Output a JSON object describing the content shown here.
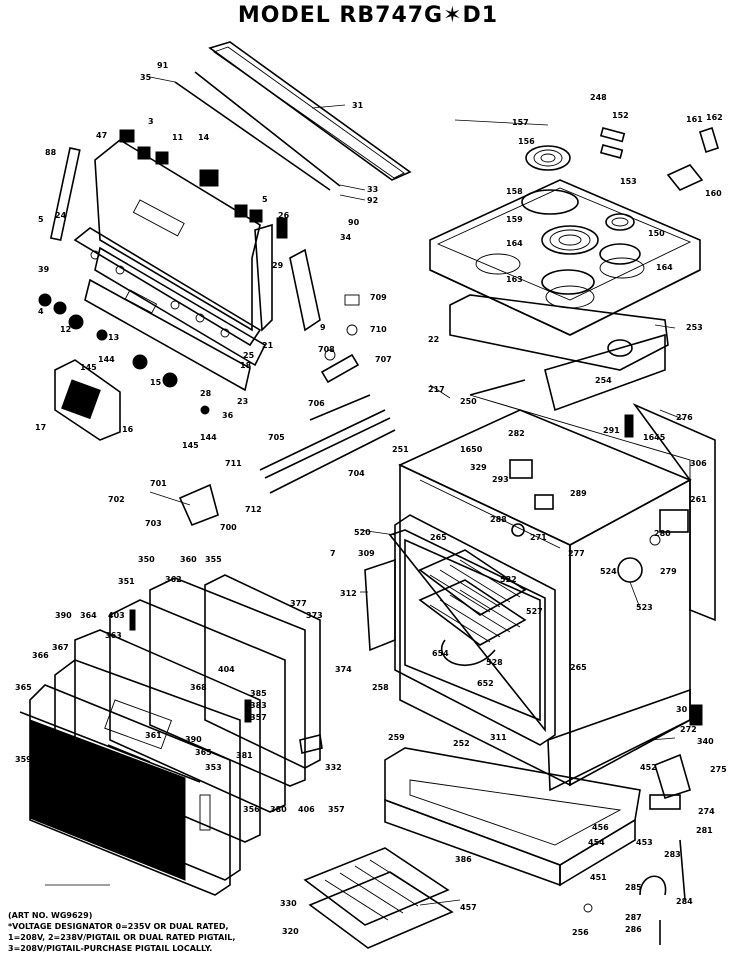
{
  "title": "MODEL  RB747G✶D1",
  "footnote": {
    "art_no": "(ART NO. WG9629)",
    "lines": [
      "*VOLTAGE DESIGNATOR 0=235V OR DUAL RATED,",
      "1=208V, 2=238V/PIGTAIL OR DUAL RATED PIGTAIL,",
      "3=208V/PIGTAIL-PURCHASE PIGTAIL LOCALLY."
    ]
  },
  "labels": {
    "p91": "91",
    "p35": "35",
    "p31": "31",
    "p3": "3",
    "p47": "47",
    "p11": "11",
    "p14": "14",
    "p88": "88",
    "p5a": "5",
    "p24": "24",
    "p39": "39",
    "p33": "33",
    "p92": "92",
    "p90": "90",
    "p34": "34",
    "p26": "26",
    "p5b": "5",
    "p29": "29",
    "p4": "4",
    "p12": "12",
    "p13": "13",
    "p144a": "144",
    "p145a": "145",
    "p15": "15",
    "p16": "16",
    "p17": "17",
    "p18": "18",
    "p25": "25",
    "p21": "21",
    "p9": "9",
    "p23": "23",
    "p36": "36",
    "p144b": "144",
    "p145b": "145",
    "p28": "28",
    "p709": "709",
    "p710": "710",
    "p708": "708",
    "p707": "707",
    "p706": "706",
    "p705": "705",
    "p704": "704",
    "p711": "711",
    "p701": "701",
    "p702": "702",
    "p703": "703",
    "p712": "712",
    "p700": "700",
    "p248": "248",
    "p157": "157",
    "p152": "152",
    "p161": "161",
    "p162": "162",
    "p156": "156",
    "p153": "153",
    "p160": "160",
    "p158": "158",
    "p159": "159",
    "p150": "150",
    "p164a": "164",
    "p164b": "164",
    "p163": "163",
    "p253": "253",
    "p22": "22",
    "p254": "254",
    "p217": "217",
    "p250": "250",
    "p276": "276",
    "p291": "291",
    "p1645": "1645",
    "p306": "306",
    "p1650": "1650",
    "p282": "282",
    "p251": "251",
    "p329": "329",
    "p293": "293",
    "p289": "289",
    "p288": "288",
    "p271": "271",
    "p261": "261",
    "p280": "280",
    "p279": "279",
    "p265a": "265",
    "p520": "520",
    "p277": "277",
    "p522": "522",
    "p309": "309",
    "p7": "7",
    "p312": "312",
    "p524": "524",
    "p523": "523",
    "p350": "350",
    "p360": "360",
    "p355": "355",
    "p351": "351",
    "p362": "362",
    "p377": "377",
    "p373": "373",
    "p390a": "390",
    "p364": "364",
    "p403": "403",
    "p363": "363",
    "p367": "367",
    "p366": "366",
    "p365a": "365",
    "p368": "368",
    "p374": "374",
    "p404": "404",
    "p385": "385",
    "p383": "383",
    "p357a": "357",
    "p527": "527",
    "p528": "528",
    "p265b": "265",
    "p654": "654",
    "p652": "652",
    "p258": "258",
    "p259": "259",
    "p252": "252",
    "p311": "311",
    "p30": "30",
    "p272": "272",
    "p340": "340",
    "p359": "359",
    "p361": "361",
    "p390b": "390",
    "p365b": "365",
    "p353": "353",
    "p381": "381",
    "p332": "332",
    "p356": "356",
    "p380": "380",
    "p406": "406",
    "p357b": "357",
    "p452": "452",
    "p275": "275",
    "p274": "274",
    "p456": "456",
    "p454": "454",
    "p453": "453",
    "p386": "386",
    "p281": "281",
    "p283": "283",
    "p451": "451",
    "p285": "285",
    "p284": "284",
    "p330": "330",
    "p457": "457",
    "p256": "256",
    "p287": "287",
    "p286": "286",
    "p320": "320"
  }
}
